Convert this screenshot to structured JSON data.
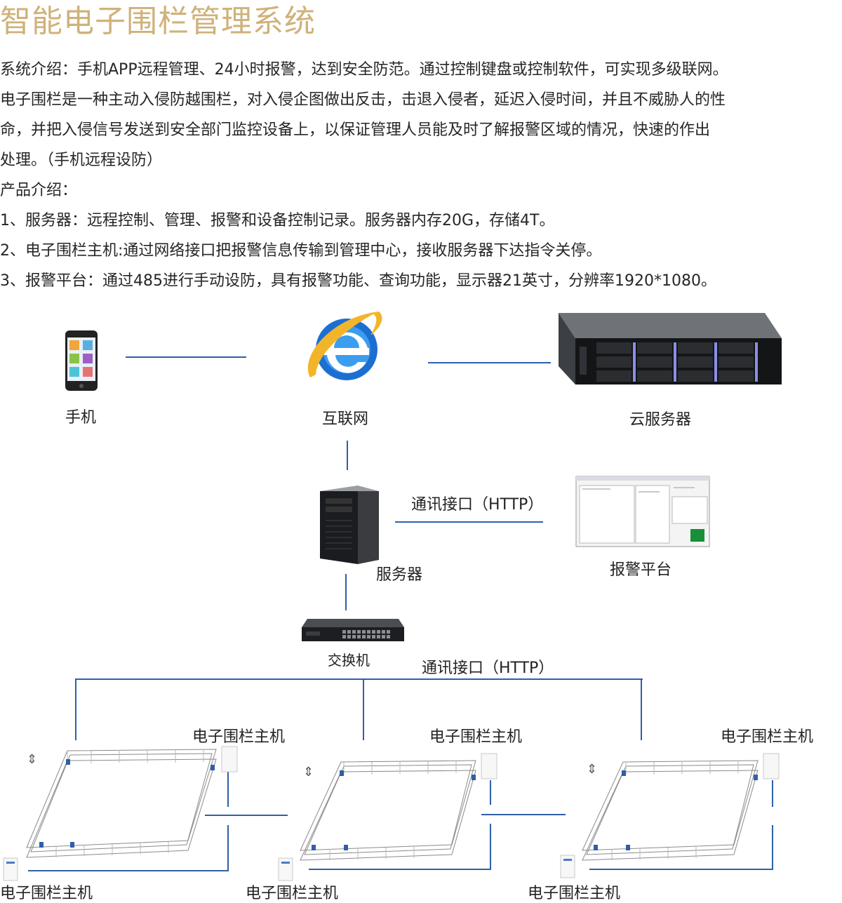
{
  "title": "智能电子围栏管理系统",
  "intro": [
    "系统介绍：手机APP远程管理、24小时报警，达到安全防范。通过控制键盘或控制软件，可实现多级联网。",
    "电子围栏是一种主动入侵防越围栏，对入侵企图做出反击，击退入侵者，延迟入侵时间，并且不威胁人的性",
    "命，并把入侵信号发送到安全部门监控设备上，以保证管理人员能及时了解报警区域的情况，快速的作出",
    "处理。（手机远程设防）",
    "产品介绍：",
    "1、服务器：远程控制、管理、报警和设备控制记录。服务器内存20G，存储4T。",
    "2、电子围栏主机:通过网络接口把报警信息传输到管理中心，接收服务器下达指令关停。",
    "3、报警平台：通过485进行手动设防，具有报警功能、查询功能，显示器21英寸，分辨率1920*1080。"
  ],
  "nodes": {
    "phone": "手机",
    "internet": "互联网",
    "cloud_server": "云服务器",
    "server": "服务器",
    "alarm_platform": "报警平台",
    "switch": "交换机"
  },
  "links": {
    "server_alarm": "通讯接口（HTTP）",
    "switch_hosts": "通讯接口（HTTP）"
  },
  "fence_hosts": {
    "top_1": "电子围栏主机",
    "top_2": "电子围栏主机",
    "top_3": "电子围栏主机",
    "bottom_1": "电子围栏主机",
    "bottom_2": "电子围栏主机",
    "bottom_3": "电子围栏主机"
  },
  "colors": {
    "title": "#cfb27a",
    "line": "#2f5fa8",
    "ie_blue": "#1c6fd1",
    "ie_ring": "#f2b52a",
    "status_green": "#1a8f3a"
  },
  "icons": [
    "smartphone-icon",
    "internet-explorer-icon",
    "rack-server-icon",
    "tower-server-icon",
    "alarm-platform-screen",
    "network-switch-icon",
    "electric-fence-illustration"
  ]
}
